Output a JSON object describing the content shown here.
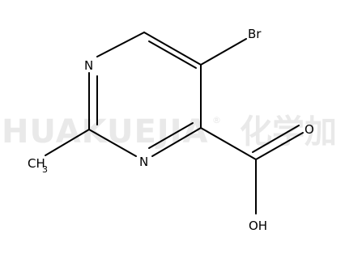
{
  "watermark": {
    "latin": "HUAKUEJIA",
    "registered": "®",
    "cjk": "化学加",
    "color": "#e9e9e9"
  },
  "molecule": {
    "atoms": {
      "br": "Br",
      "n_top": "N",
      "n_bottom": "N",
      "o_carbonyl": "O",
      "oh": "OH",
      "ch3_main": "CH",
      "ch3_sub": "3"
    },
    "bond_color": "#000000"
  }
}
